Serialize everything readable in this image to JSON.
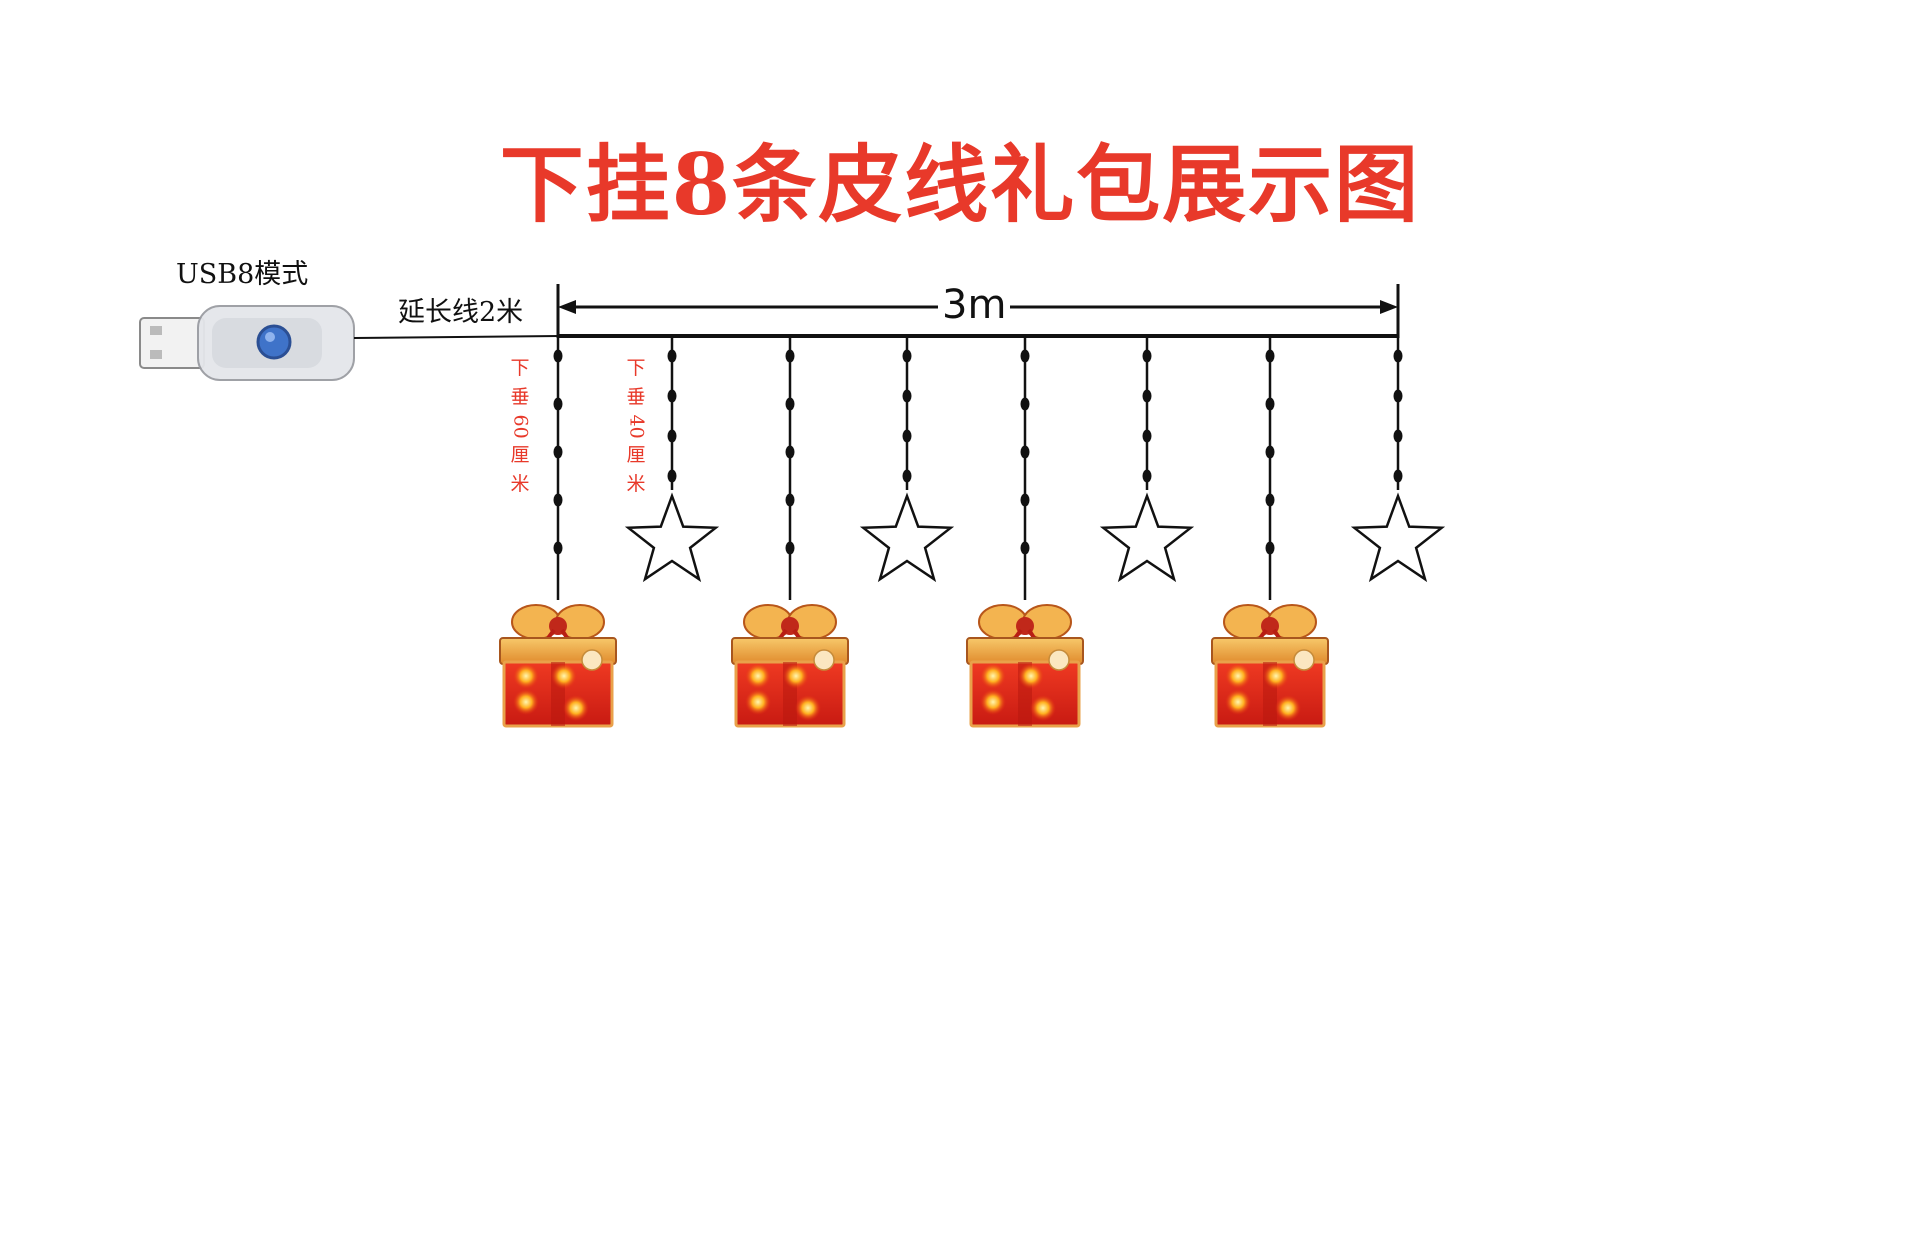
{
  "title": "下挂8条皮线礼包展示图",
  "usb_label": "USB8模式",
  "extension_label": "延长线2米",
  "dimension_label": "3m",
  "drop_labels": {
    "long": [
      "下",
      "垂",
      "60",
      "厘",
      "米"
    ],
    "short": [
      "下",
      "垂",
      "40",
      "厘",
      "米"
    ]
  },
  "strands": [
    "gift",
    "star",
    "gift",
    "star",
    "gift",
    "star",
    "gift",
    "star"
  ],
  "colors": {
    "title": "#e8392a",
    "gift_red": "#d9261c",
    "gift_gold": "#f2a23a",
    "wire": "#111111"
  }
}
